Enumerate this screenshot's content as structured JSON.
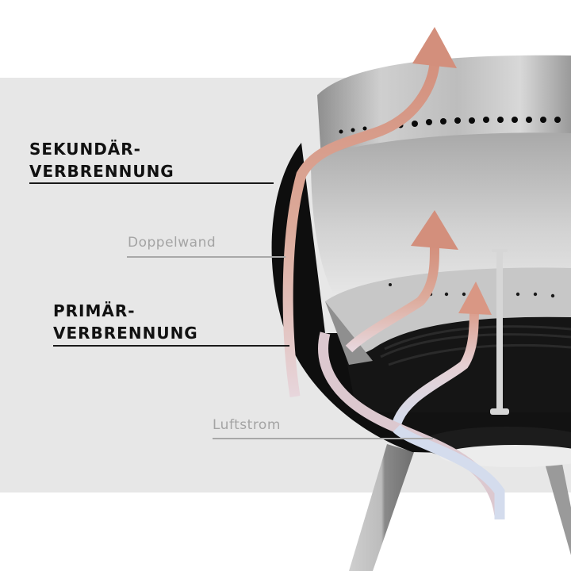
{
  "diagram": {
    "subject": "Feuerstelle Querschnitt mit Luftstrom",
    "labels": {
      "secondary_combustion": {
        "line1": "SEKUNDÄR-",
        "line2": "VERBRENNUNG"
      },
      "double_wall": "Doppelwand",
      "primary_combustion": {
        "line1": "PRIMÄR-",
        "line2": "VERBRENNUNG"
      },
      "airflow": "Luftstrom"
    },
    "colors": {
      "background": "#ffffff",
      "panel": "#e7e7e7",
      "heat_arrow": "#d38f7c",
      "air_flow": "#d4dced",
      "bold_text": "#111111",
      "light_text": "#a4a4a4",
      "bowl_black": "#0e0e0e",
      "steel": "#b9b9b9"
    },
    "arrows": [
      {
        "name": "secondary-heat-arrow",
        "color": "#d38f7c"
      },
      {
        "name": "primary-heat-arrow-left",
        "color": "#d38f7c"
      },
      {
        "name": "primary-heat-arrow-right",
        "color": "#d38f7c"
      },
      {
        "name": "airflow-arrow",
        "color": "#d4dced"
      }
    ]
  }
}
